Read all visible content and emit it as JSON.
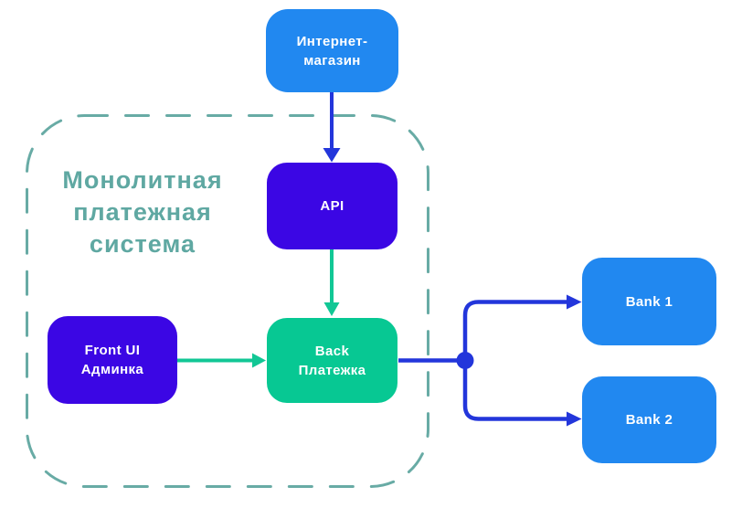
{
  "diagram": {
    "boundary_label": "Монолитная платежная система",
    "nodes": {
      "internet_shop": {
        "line1": "Интернет-",
        "line2": "магазин"
      },
      "api": {
        "line1": "API"
      },
      "front_ui": {
        "line1": "Front UI",
        "line2": "Админка"
      },
      "back": {
        "line1": "Back",
        "line2": "Платежка"
      },
      "bank1": {
        "line1": "Bank 1"
      },
      "bank2": {
        "line1": "Bank 2"
      }
    },
    "edges": [
      {
        "from": "internet_shop",
        "to": "api",
        "style": "arrow",
        "color_key": "blue_connector"
      },
      {
        "from": "api",
        "to": "back",
        "style": "arrow",
        "color_key": "green_connector"
      },
      {
        "from": "front_ui",
        "to": "back",
        "style": "arrow",
        "color_key": "green_connector"
      },
      {
        "from": "back",
        "to": "junction",
        "style": "line",
        "color_key": "blue_connector"
      },
      {
        "from": "junction",
        "to": "bank1",
        "style": "arrow",
        "color_key": "blue_connector"
      },
      {
        "from": "junction",
        "to": "bank2",
        "style": "arrow",
        "color_key": "blue_connector"
      }
    ],
    "colors": {
      "node_blue": "#2188F0",
      "node_purple": "#3B06E4",
      "node_green": "#07C893",
      "blue_connector": "#2336DB",
      "green_connector": "#12C795",
      "dashed_border": "#68ABA5",
      "title_text": "#5FA8A2",
      "node_text": "#FFFFFF",
      "background": "#FFFFFF"
    }
  }
}
